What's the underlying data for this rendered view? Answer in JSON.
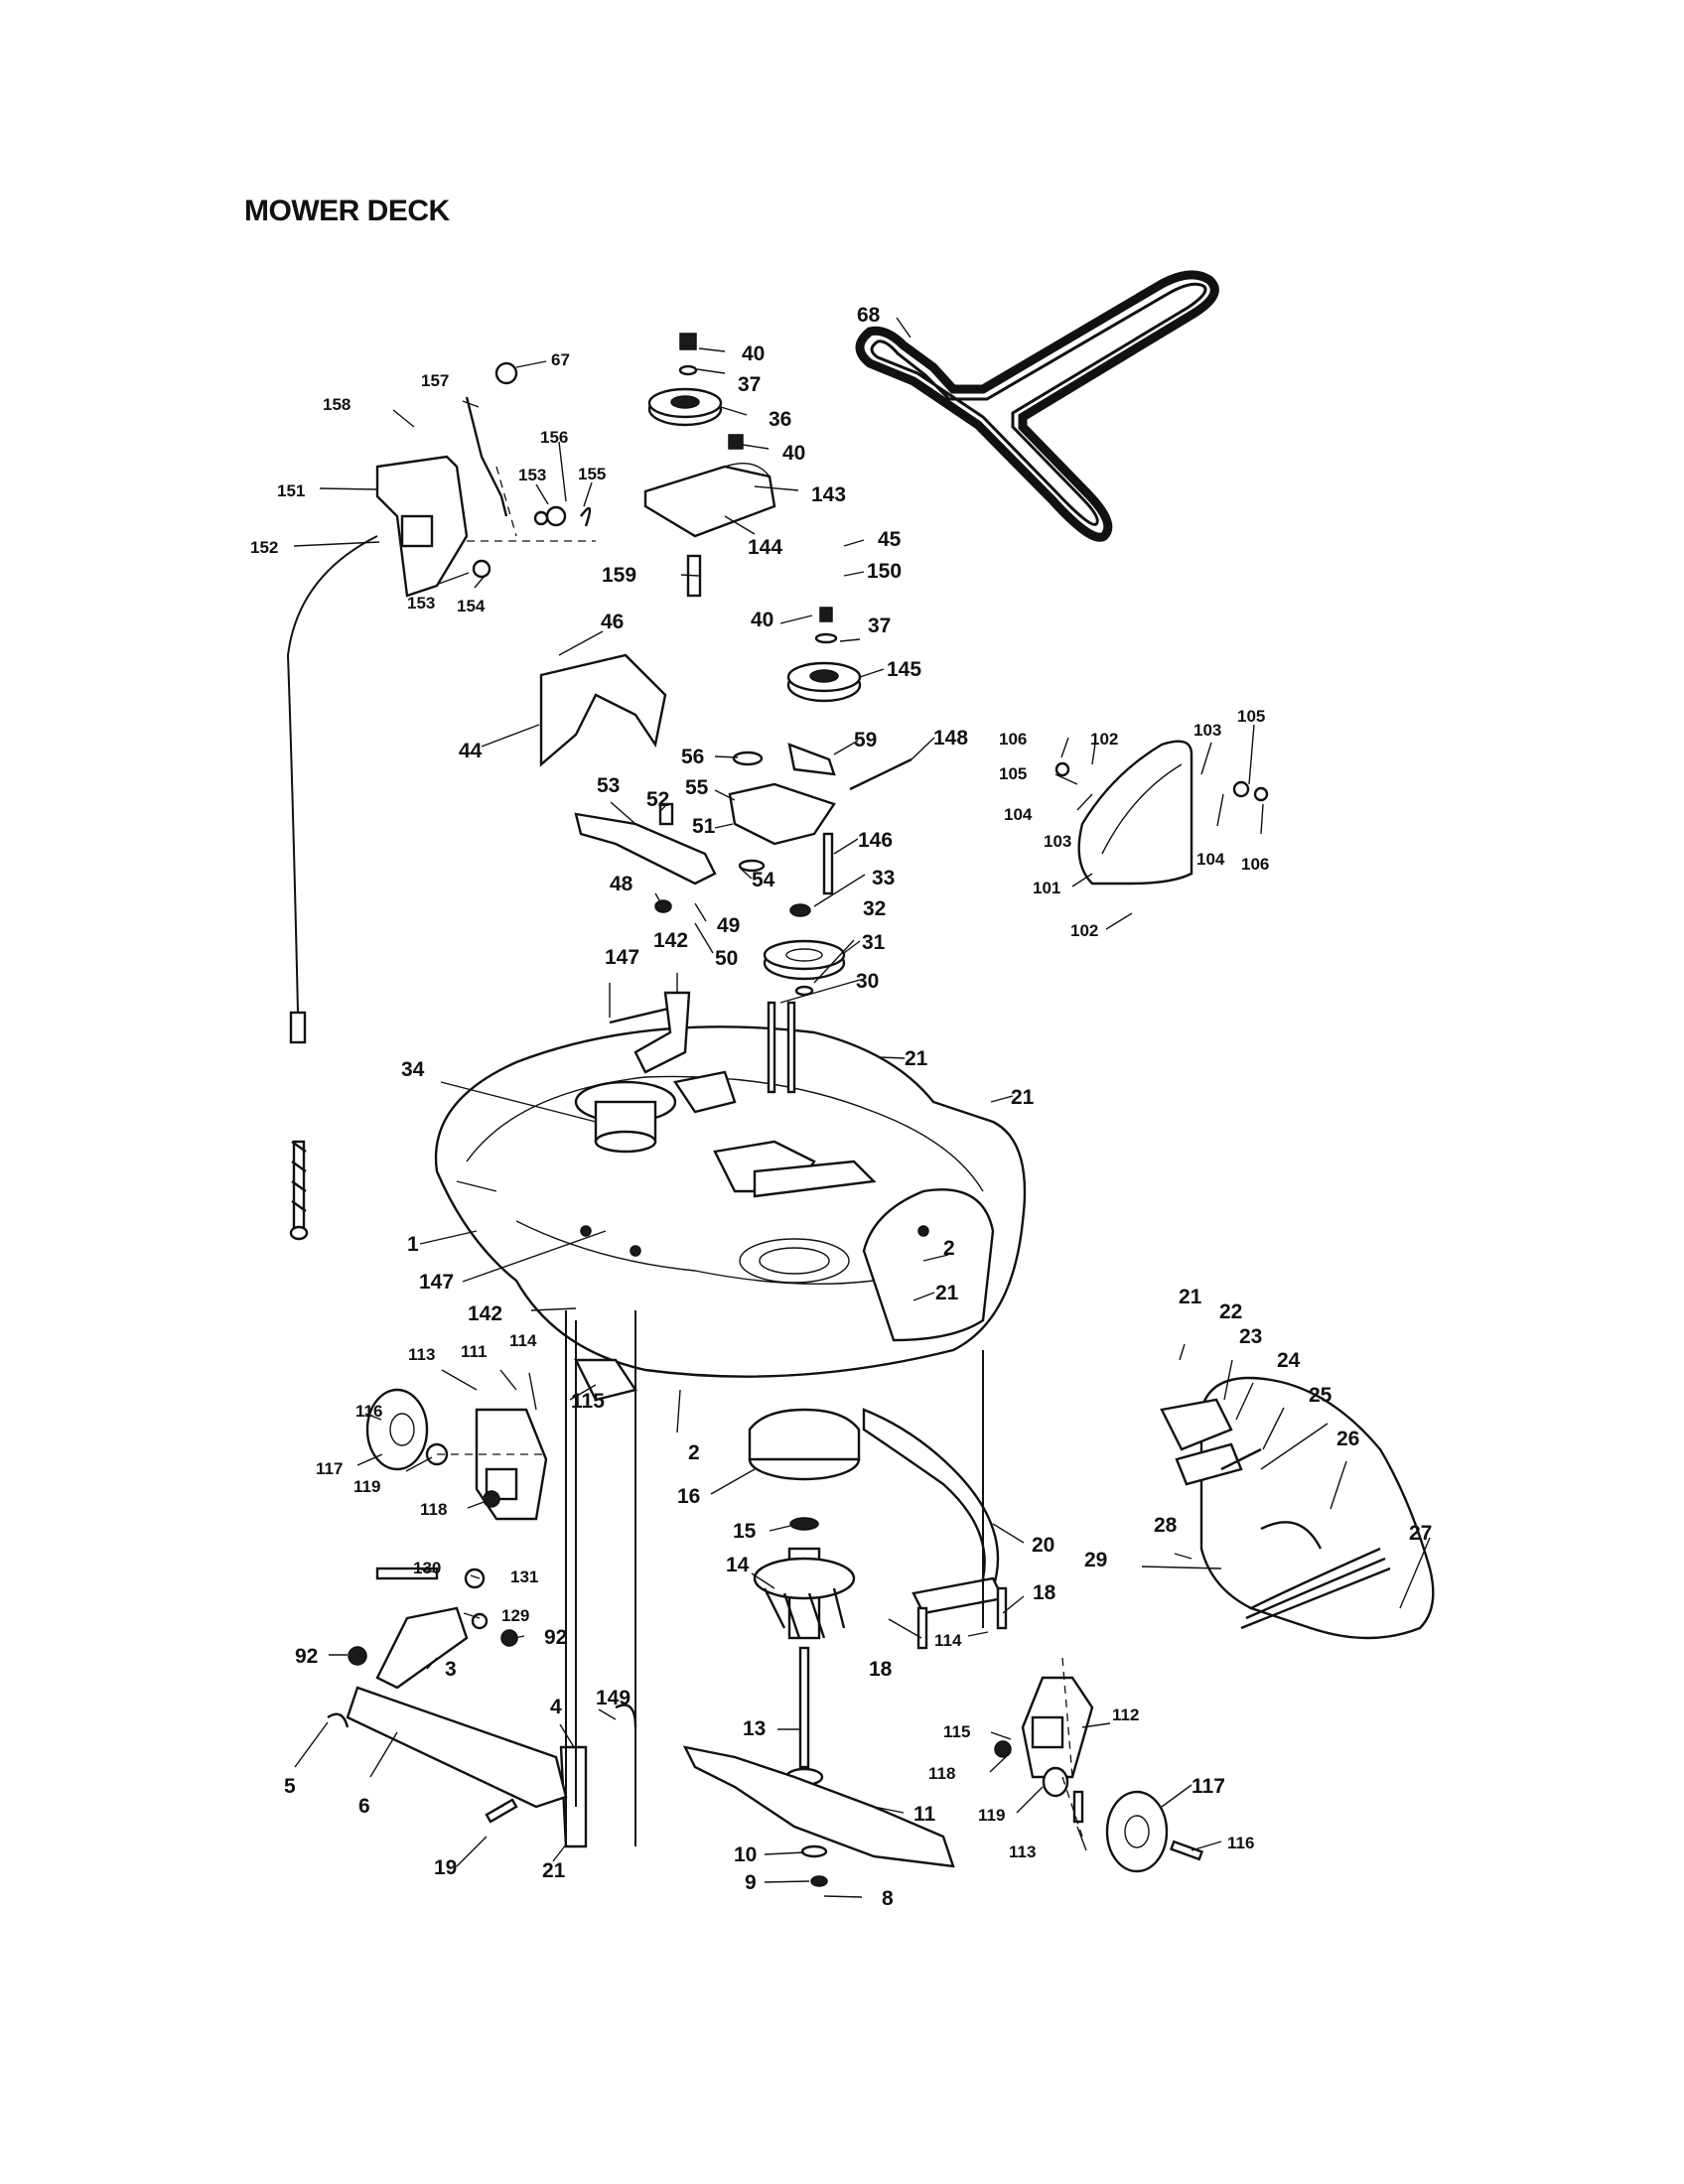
{
  "title": "MOWER DECK",
  "labels": [
    {
      "id": "40a",
      "text": "40"
    },
    {
      "id": "37a",
      "text": "37"
    },
    {
      "id": "36",
      "text": "36"
    },
    {
      "id": "40b",
      "text": "40"
    },
    {
      "id": "143",
      "text": "143"
    },
    {
      "id": "144",
      "text": "144"
    },
    {
      "id": "159",
      "text": "159"
    },
    {
      "id": "68",
      "text": "68"
    },
    {
      "id": "67",
      "text": "67"
    },
    {
      "id": "157",
      "text": "157"
    },
    {
      "id": "158",
      "text": "158"
    },
    {
      "id": "156",
      "text": "156"
    },
    {
      "id": "153a",
      "text": "153"
    },
    {
      "id": "155",
      "text": "155"
    },
    {
      "id": "151",
      "text": "151"
    },
    {
      "id": "152",
      "text": "152"
    },
    {
      "id": "153b",
      "text": "153"
    },
    {
      "id": "154",
      "text": "154"
    },
    {
      "id": "45",
      "text": "45"
    },
    {
      "id": "150",
      "text": "150"
    },
    {
      "id": "40c",
      "text": "40"
    },
    {
      "id": "37b",
      "text": "37"
    },
    {
      "id": "145",
      "text": "145"
    },
    {
      "id": "46",
      "text": "46"
    },
    {
      "id": "44",
      "text": "44"
    },
    {
      "id": "56",
      "text": "56"
    },
    {
      "id": "59",
      "text": "59"
    },
    {
      "id": "148",
      "text": "148"
    },
    {
      "id": "55",
      "text": "55"
    },
    {
      "id": "53",
      "text": "53"
    },
    {
      "id": "52",
      "text": "52"
    },
    {
      "id": "51",
      "text": "51"
    },
    {
      "id": "146",
      "text": "146"
    },
    {
      "id": "54",
      "text": "54"
    },
    {
      "id": "33",
      "text": "33"
    },
    {
      "id": "48",
      "text": "48"
    },
    {
      "id": "49",
      "text": "49"
    },
    {
      "id": "50",
      "text": "50"
    },
    {
      "id": "32",
      "text": "32"
    },
    {
      "id": "31",
      "text": "31"
    },
    {
      "id": "147a",
      "text": "147"
    },
    {
      "id": "142a",
      "text": "142"
    },
    {
      "id": "30",
      "text": "30"
    },
    {
      "id": "106a",
      "text": "106"
    },
    {
      "id": "102a",
      "text": "102"
    },
    {
      "id": "103a",
      "text": "103"
    },
    {
      "id": "105a",
      "text": "105"
    },
    {
      "id": "105b",
      "text": "105"
    },
    {
      "id": "104a",
      "text": "104"
    },
    {
      "id": "103b",
      "text": "103"
    },
    {
      "id": "104b",
      "text": "104"
    },
    {
      "id": "106b",
      "text": "106"
    },
    {
      "id": "101",
      "text": "101"
    },
    {
      "id": "102b",
      "text": "102"
    },
    {
      "id": "34",
      "text": "34"
    },
    {
      "id": "21a",
      "text": "21"
    },
    {
      "id": "21b",
      "text": "21"
    },
    {
      "id": "1",
      "text": "1"
    },
    {
      "id": "2a",
      "text": "2"
    },
    {
      "id": "147b",
      "text": "147"
    },
    {
      "id": "21c",
      "text": "21"
    },
    {
      "id": "142b",
      "text": "142"
    },
    {
      "id": "21d",
      "text": "21"
    },
    {
      "id": "22",
      "text": "22"
    },
    {
      "id": "23",
      "text": "23"
    },
    {
      "id": "24",
      "text": "24"
    },
    {
      "id": "25",
      "text": "25"
    },
    {
      "id": "26",
      "text": "26"
    },
    {
      "id": "116a",
      "text": "116"
    },
    {
      "id": "113a",
      "text": "113"
    },
    {
      "id": "111",
      "text": "111"
    },
    {
      "id": "114a",
      "text": "114"
    },
    {
      "id": "115a",
      "text": "115"
    },
    {
      "id": "2b",
      "text": "2"
    },
    {
      "id": "117a",
      "text": "117"
    },
    {
      "id": "119a",
      "text": "119"
    },
    {
      "id": "118a",
      "text": "118"
    },
    {
      "id": "16",
      "text": "16"
    },
    {
      "id": "15",
      "text": "15"
    },
    {
      "id": "14",
      "text": "14"
    },
    {
      "id": "20",
      "text": "20"
    },
    {
      "id": "28",
      "text": "28"
    },
    {
      "id": "29",
      "text": "29"
    },
    {
      "id": "27",
      "text": "27"
    },
    {
      "id": "130",
      "text": "130"
    },
    {
      "id": "131",
      "text": "131"
    },
    {
      "id": "129",
      "text": "129"
    },
    {
      "id": "92a",
      "text": "92"
    },
    {
      "id": "92b",
      "text": "92"
    },
    {
      "id": "3",
      "text": "3"
    },
    {
      "id": "18a",
      "text": "18"
    },
    {
      "id": "114b",
      "text": "114"
    },
    {
      "id": "18b",
      "text": "18"
    },
    {
      "id": "4",
      "text": "4"
    },
    {
      "id": "149",
      "text": "149"
    },
    {
      "id": "5",
      "text": "5"
    },
    {
      "id": "6",
      "text": "6"
    },
    {
      "id": "13",
      "text": "13"
    },
    {
      "id": "112",
      "text": "112"
    },
    {
      "id": "115b",
      "text": "115"
    },
    {
      "id": "118b",
      "text": "118"
    },
    {
      "id": "117b",
      "text": "117"
    },
    {
      "id": "11",
      "text": "11"
    },
    {
      "id": "119b",
      "text": "119"
    },
    {
      "id": "19",
      "text": "19"
    },
    {
      "id": "21e",
      "text": "21"
    },
    {
      "id": "10",
      "text": "10"
    },
    {
      "id": "113b",
      "text": "113"
    },
    {
      "id": "116b",
      "text": "116"
    },
    {
      "id": "9",
      "text": "9"
    },
    {
      "id": "8",
      "text": "8"
    }
  ]
}
